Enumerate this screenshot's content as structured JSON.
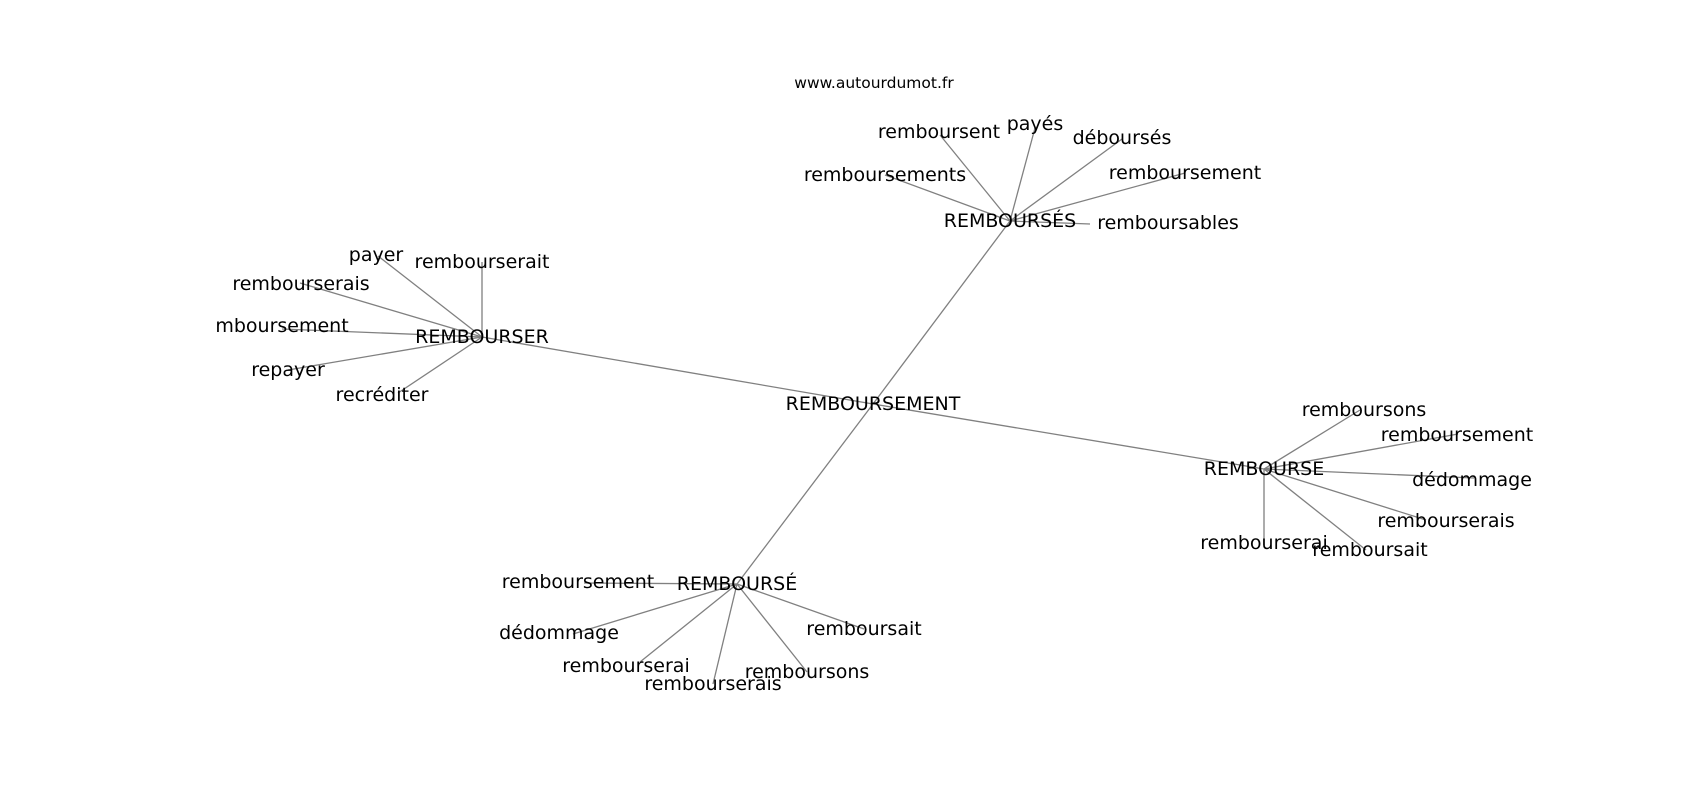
{
  "watermark": "www.autourdumot.fr",
  "colors": {
    "edge": "#808080",
    "text": "#000000",
    "background": "#ffffff"
  },
  "center": {
    "id": "center",
    "label": "REMBOURSEMENT"
  },
  "hubs": [
    {
      "id": "hub-rembourses",
      "label": "REMBOURSÉS",
      "leaves": [
        {
          "label": "remboursent"
        },
        {
          "label": "payés"
        },
        {
          "label": "déboursés"
        },
        {
          "label": "remboursements"
        },
        {
          "label": "remboursement"
        },
        {
          "label": "remboursables"
        }
      ]
    },
    {
      "id": "hub-rembourser",
      "label": "REMBOURSER",
      "leaves": [
        {
          "label": "payer"
        },
        {
          "label": "rembourserait"
        },
        {
          "label": "rembourserais"
        },
        {
          "label": "mboursement"
        },
        {
          "label": "repayer"
        },
        {
          "label": "recréditer"
        }
      ]
    },
    {
      "id": "hub-rembourse",
      "label": "REMBOURSE",
      "leaves": [
        {
          "label": "remboursons"
        },
        {
          "label": "remboursement"
        },
        {
          "label": "dédommage"
        },
        {
          "label": "rembourserais"
        },
        {
          "label": "rembourserai"
        },
        {
          "label": "remboursait"
        }
      ]
    },
    {
      "id": "hub-rembourse-accent",
      "label": "REMBOURSÉ",
      "leaves": [
        {
          "label": "remboursement"
        },
        {
          "label": "dédommage"
        },
        {
          "label": "rembourserai"
        },
        {
          "label": "remboursait"
        },
        {
          "label": "rembourserais"
        },
        {
          "label": "remboursons"
        }
      ]
    }
  ]
}
